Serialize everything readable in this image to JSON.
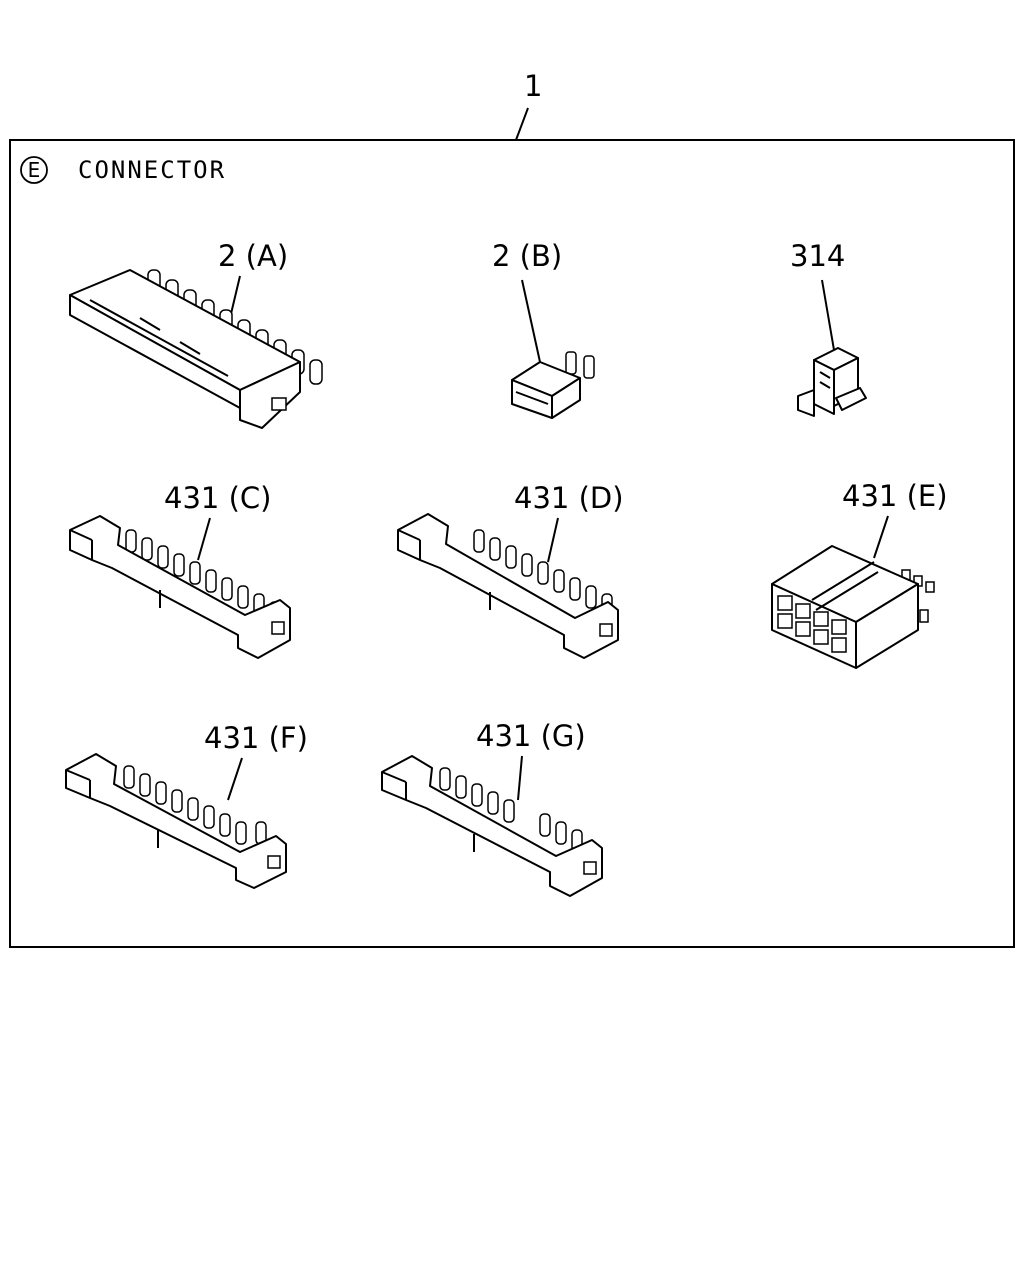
{
  "assembly": {
    "ref": "1"
  },
  "section": {
    "badge": "E",
    "title": "CONNECTOR"
  },
  "parts": [
    {
      "label": "2 (A)",
      "icon": "connector-flat-strip"
    },
    {
      "label": "2 (B)",
      "icon": "connector-small-block"
    },
    {
      "label": "314",
      "icon": "connector-clip"
    },
    {
      "label": "431 (C)",
      "icon": "connector-housing-long"
    },
    {
      "label": "431 (D)",
      "icon": "connector-housing-long"
    },
    {
      "label": "431 (E)",
      "icon": "connector-box-multi-pin"
    },
    {
      "label": "431 (F)",
      "icon": "connector-housing-long"
    },
    {
      "label": "431 (G)",
      "icon": "connector-housing-long"
    }
  ]
}
